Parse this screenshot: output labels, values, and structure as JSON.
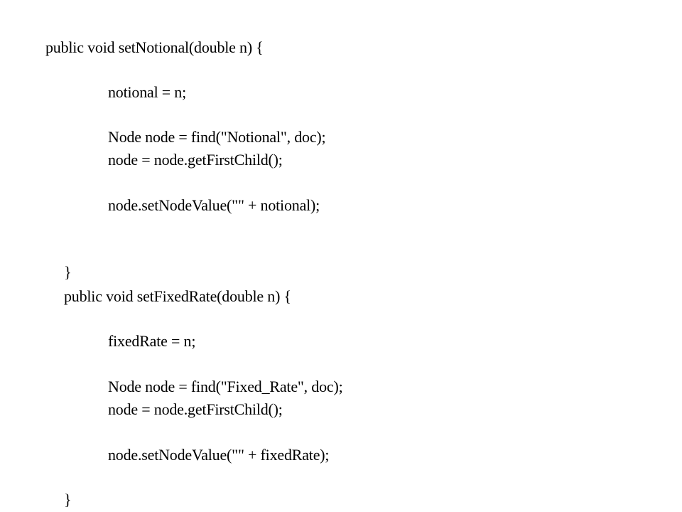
{
  "code": {
    "method1": {
      "signature": "public void setNotional(double n) {",
      "assign": "notional = n;",
      "find": "Node node = find(\"Notional\", doc);",
      "first_child": "node = node.getFirstChild();",
      "set_value": "node.setNodeValue(\"\" + notional);",
      "close": "}"
    },
    "method2": {
      "signature": "public void setFixedRate(double n) {",
      "assign": "fixedRate = n;",
      "find": "Node node = find(\"Fixed_Rate\", doc);",
      "first_child": "node = node.getFirstChild();",
      "set_value": "node.setNodeValue(\"\" + fixedRate);",
      "close": "}"
    }
  }
}
